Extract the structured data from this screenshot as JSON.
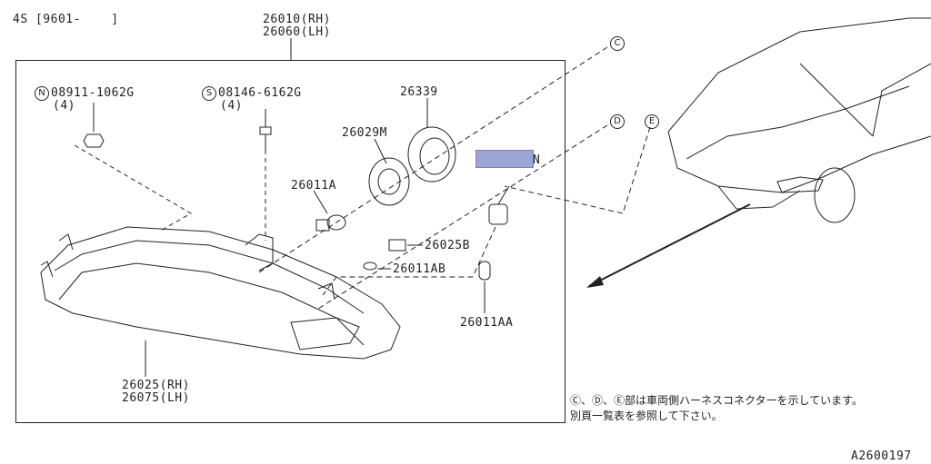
{
  "header": {
    "model_code": "4S [9601-    ]"
  },
  "assembly": {
    "rh": "26010(RH)",
    "lh": "26060(LH)"
  },
  "parts": {
    "nut": {
      "part_no": "08911-1062G",
      "qty": "(4)",
      "prefix": "N"
    },
    "bolt": {
      "part_no": "08146-6162G",
      "qty": "(4)",
      "prefix": "S"
    },
    "socket_ring": "26339",
    "cap": "26029M",
    "bulb_a": "26011A",
    "socket_b": "26025B",
    "bulb_ab": "26011AB",
    "bulb_aa": "26011AA",
    "lens_rh": "26025(RH)",
    "lens_lh": "26075(LH)"
  },
  "connectors": {
    "c": "C",
    "d": "D",
    "e": "E",
    "n": "N"
  },
  "note": {
    "line1": "Ⓒ、Ⓓ、Ⓔ部は車両側ハーネスコネクターを示しています。",
    "line2": "別頁一覧表を参照して下さい。"
  },
  "figure_id": "A2600197",
  "colors": {
    "highlight": "#9da4d6",
    "line": "#222222"
  }
}
